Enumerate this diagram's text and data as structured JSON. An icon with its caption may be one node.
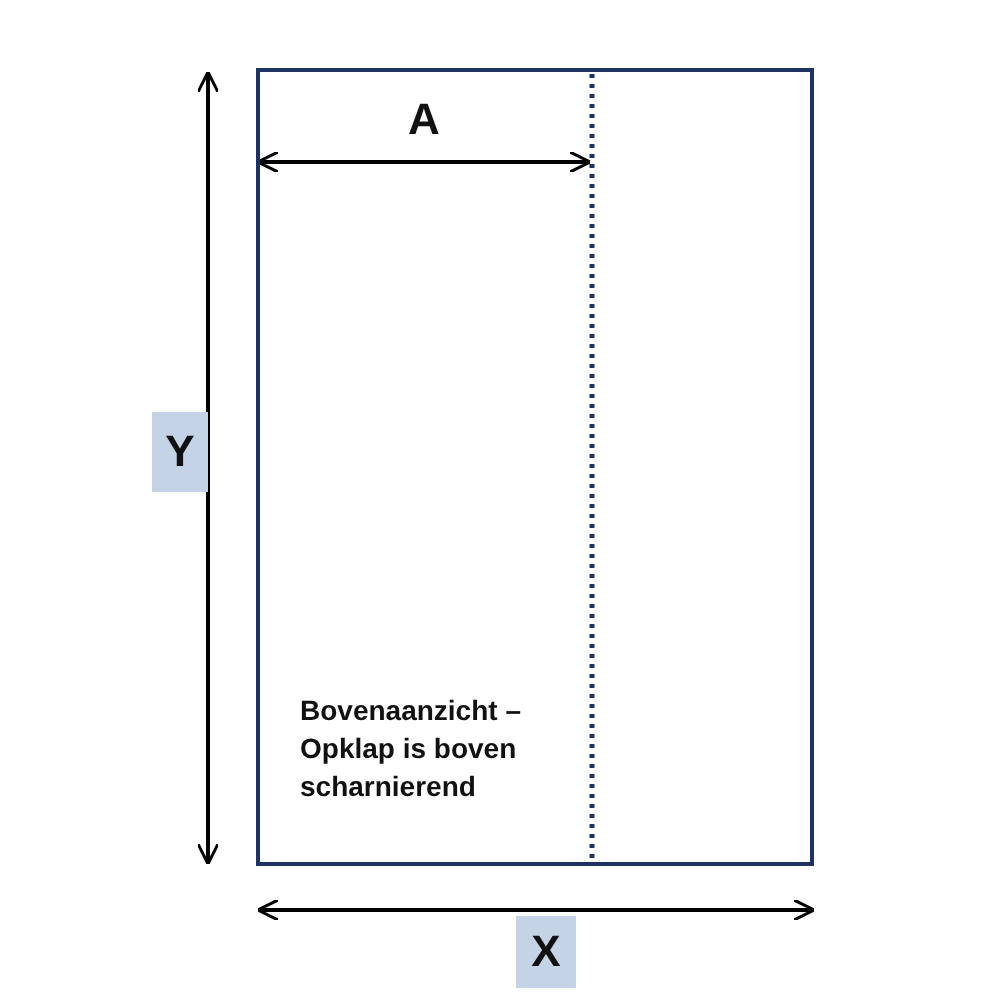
{
  "diagram": {
    "nodes": [
      {
        "text": [
          "Bovenaanzicht – Opklap is boven scharnierend"
        ]
      }
    ],
    "labels": [
      "A",
      "Y",
      "X"
    ]
  }
}
